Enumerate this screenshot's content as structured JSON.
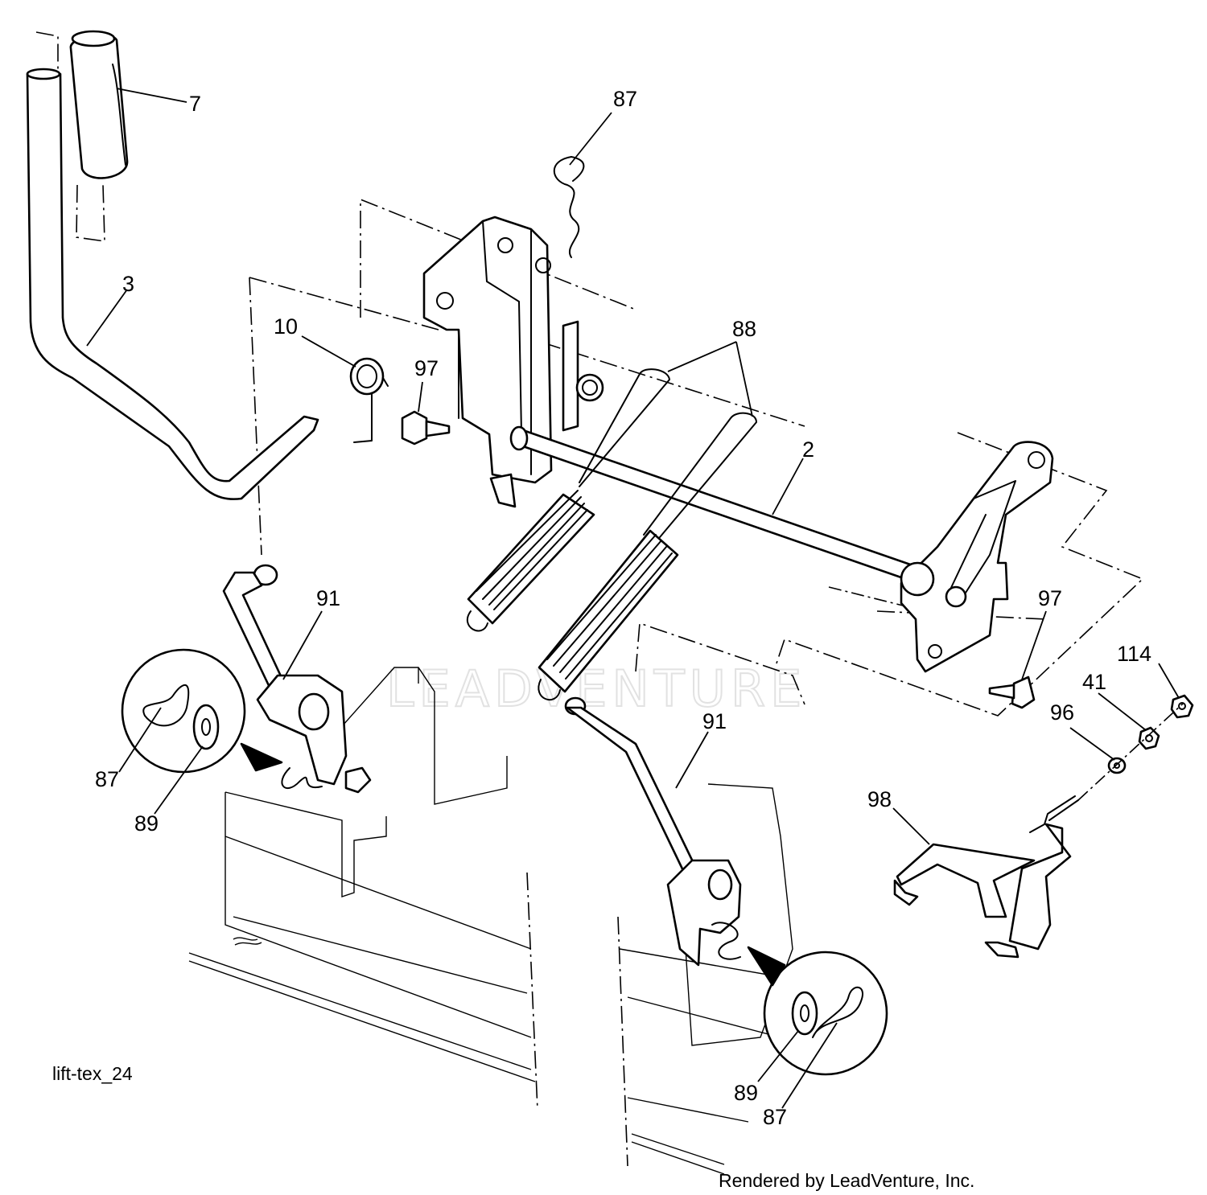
{
  "diagram": {
    "code": "lift-tex_24",
    "credit": "Rendered by LeadVenture, Inc.",
    "watermark": "LEADVENTURE",
    "callouts": [
      {
        "id": "c7",
        "label": "7"
      },
      {
        "id": "c87a",
        "label": "87"
      },
      {
        "id": "c3",
        "label": "3"
      },
      {
        "id": "c10",
        "label": "10"
      },
      {
        "id": "c97a",
        "label": "97"
      },
      {
        "id": "c88",
        "label": "88"
      },
      {
        "id": "c2",
        "label": "2"
      },
      {
        "id": "c97b",
        "label": "97"
      },
      {
        "id": "c91a",
        "label": "91"
      },
      {
        "id": "c114",
        "label": "114"
      },
      {
        "id": "c41",
        "label": "41"
      },
      {
        "id": "c96",
        "label": "96"
      },
      {
        "id": "c91b",
        "label": "91"
      },
      {
        "id": "c98",
        "label": "98"
      },
      {
        "id": "c87b",
        "label": "87"
      },
      {
        "id": "c89a",
        "label": "89"
      },
      {
        "id": "c89b",
        "label": "89"
      },
      {
        "id": "c87c",
        "label": "87"
      }
    ]
  }
}
